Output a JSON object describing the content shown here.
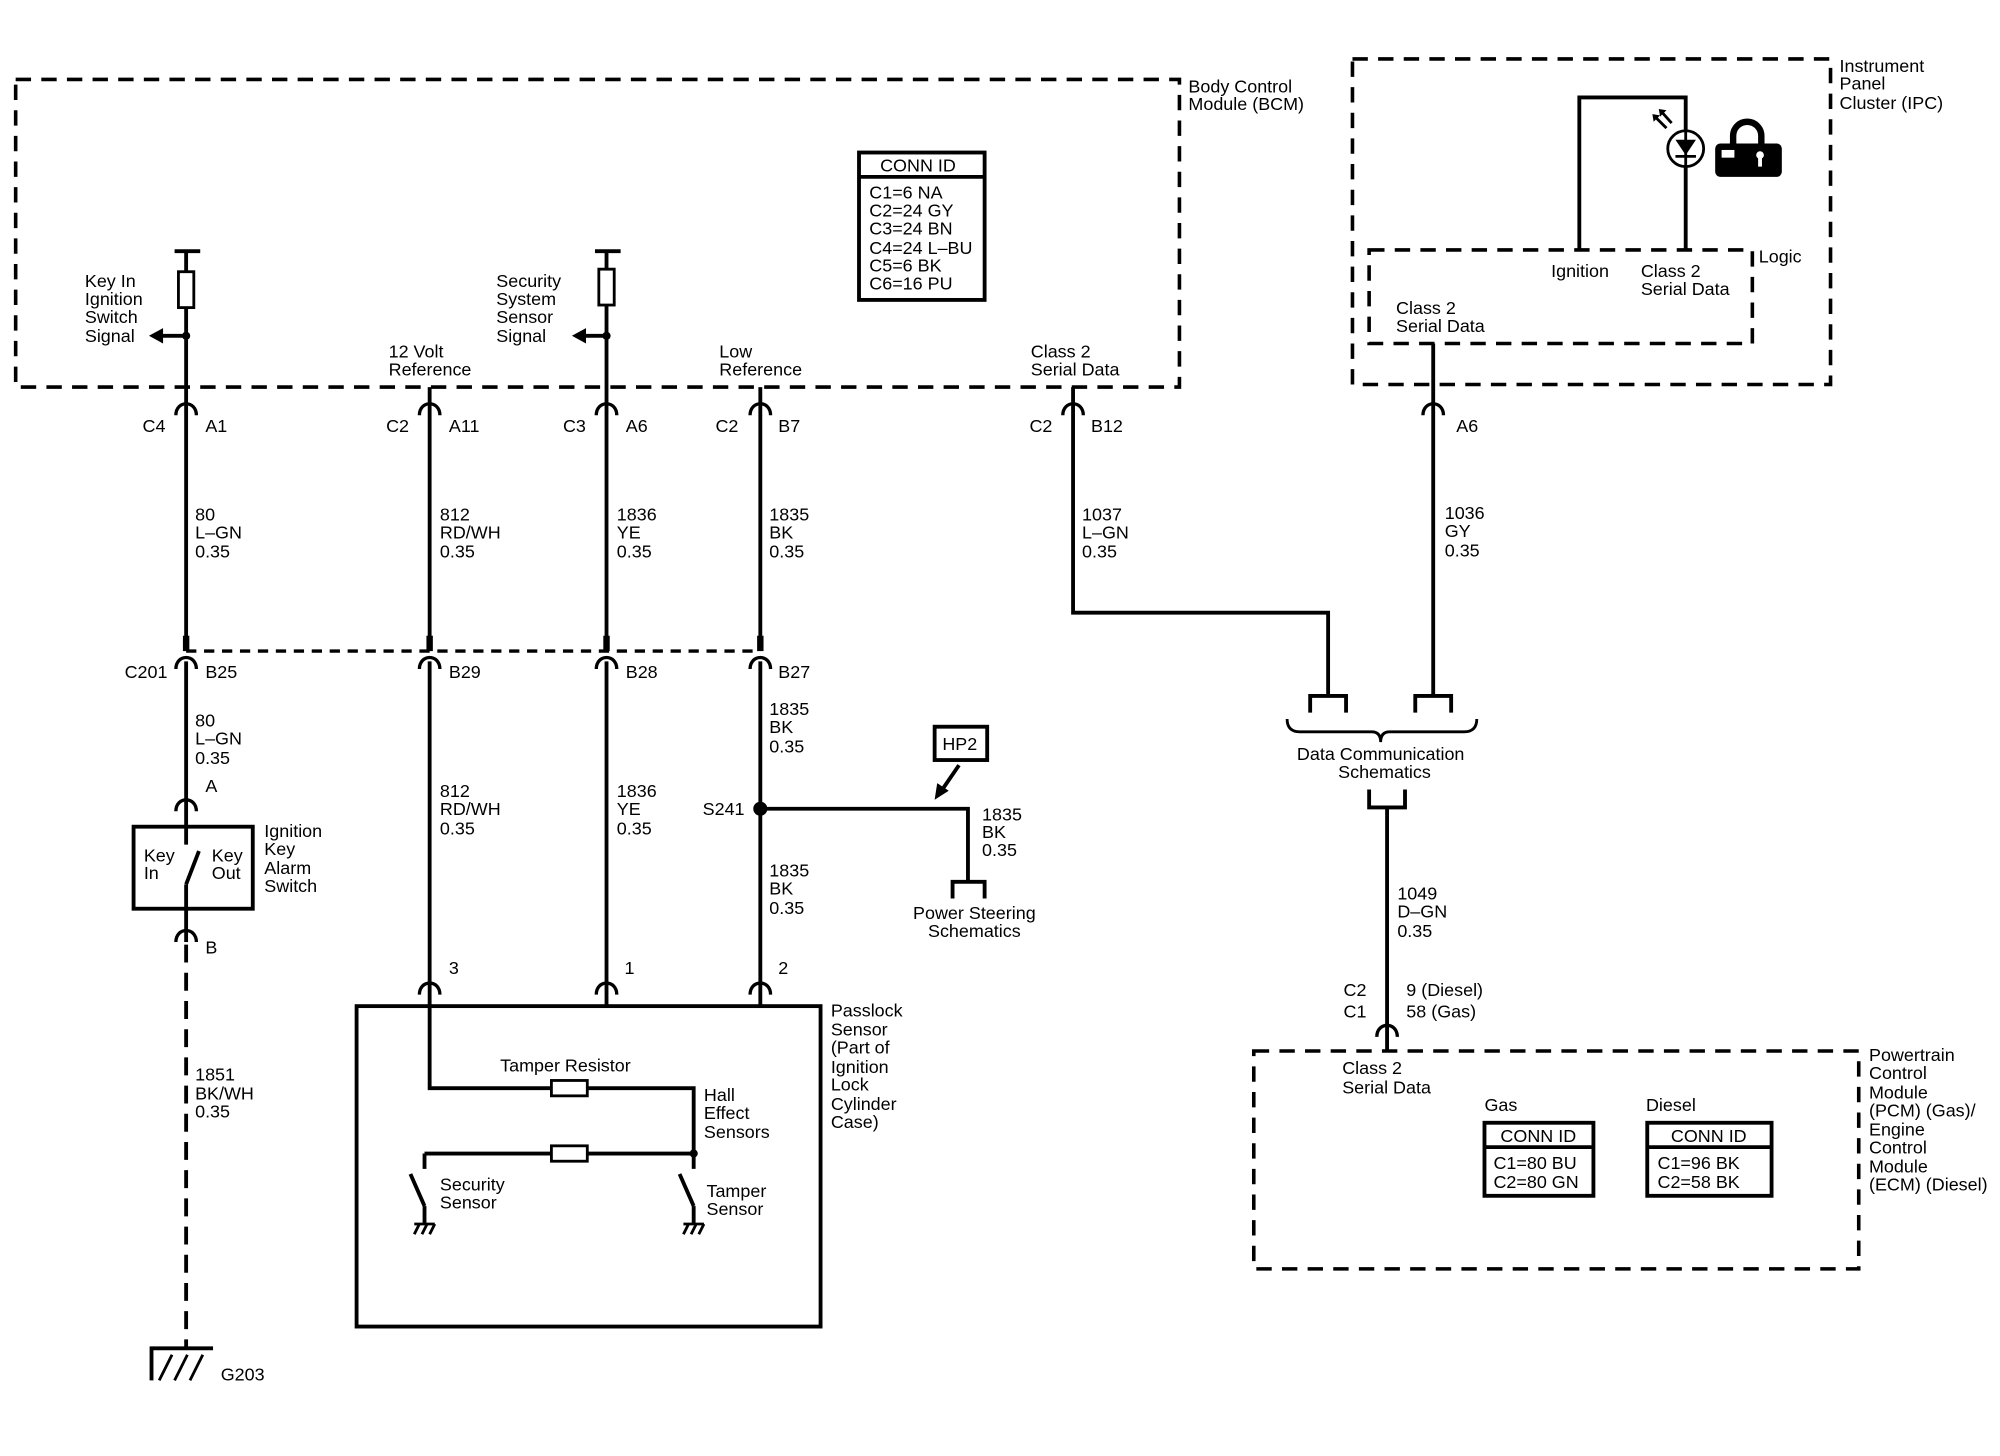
{
  "bcm": {
    "title": [
      "Body Control",
      "Module (BCM)"
    ],
    "conn_id": {
      "header": "CONN ID",
      "rows": [
        "C1=6 NA",
        "C2=24 GY",
        "C3=24 BN",
        "C4=24 L–BU",
        "C5=6 BK",
        "C6=16 PU"
      ]
    },
    "key_in_signal": {
      "label": [
        "Key In",
        "Ignition",
        "Switch",
        "Signal"
      ],
      "connector": "C4",
      "pin": "A1"
    },
    "volt_reference": {
      "label": [
        "12 Volt",
        "Reference"
      ],
      "connector": "C2",
      "pin": "A11"
    },
    "security_signal": {
      "label": [
        "Security",
        "System",
        "Sensor",
        "Signal"
      ],
      "connector": "C3",
      "pin": "A6"
    },
    "low_reference": {
      "label": [
        "Low",
        "Reference"
      ],
      "connector": "C2",
      "pin": "B7"
    },
    "serial_data": {
      "label": [
        "Class 2",
        "Serial Data"
      ],
      "connector": "C2",
      "pin": "B12"
    }
  },
  "ipc": {
    "title": [
      "Instrument",
      "Panel",
      "Cluster (IPC)"
    ],
    "logic_label": "Logic",
    "ignition_label": "Ignition",
    "serial_data_upper": [
      "Class 2",
      "Serial Data"
    ],
    "serial_data_lower": [
      "Class 2",
      "Serial Data"
    ],
    "pin": "A6",
    "indicator_icons": [
      "led-icon",
      "security-lock-icon"
    ]
  },
  "wires": {
    "w80_upper": [
      "80",
      "L–GN",
      "0.35"
    ],
    "w812_upper": [
      "812",
      "RD/WH",
      "0.35"
    ],
    "w1836_upper": [
      "1836",
      "YE",
      "0.35"
    ],
    "w1835_upper": [
      "1835",
      "BK",
      "0.35"
    ],
    "w1037": [
      "1037",
      "L–GN",
      "0.35"
    ],
    "w1036": [
      "1036",
      "GY",
      "0.35"
    ],
    "w80_lower": [
      "80",
      "L–GN",
      "0.35"
    ],
    "w812_lower": [
      "812",
      "RD/WH",
      "0.35"
    ],
    "w1836_lower": [
      "1836",
      "YE",
      "0.35"
    ],
    "w1835_mid": [
      "1835",
      "BK",
      "0.35"
    ],
    "w1835_ps": [
      "1835",
      "BK",
      "0.35"
    ],
    "w1835_lower": [
      "1835",
      "BK",
      "0.35"
    ],
    "w1851": [
      "1851",
      "BK/WH",
      "0.35"
    ],
    "w1049": [
      "1049",
      "D–GN",
      "0.35"
    ]
  },
  "c201": {
    "label": "C201",
    "pins": [
      "B25",
      "B29",
      "B28",
      "B27"
    ]
  },
  "ignition_key_alarm_switch": {
    "title": [
      "Ignition",
      "Key",
      "Alarm",
      "Switch"
    ],
    "key_in": [
      "Key",
      "In"
    ],
    "key_out": [
      "Key",
      "Out"
    ],
    "pin_a": "A",
    "pin_b": "B"
  },
  "ground": {
    "label": "G203"
  },
  "splice": {
    "label": "S241"
  },
  "power_steering": {
    "ref": "HP2",
    "label": [
      "Power Steering",
      "Schematics"
    ]
  },
  "passlock_sensor": {
    "title": [
      "Passlock",
      "Sensor",
      "(Part of",
      "Ignition",
      "Lock",
      "Cylinder",
      "Case)"
    ],
    "pins": [
      "3",
      "1",
      "2"
    ],
    "tamper_resistor": "Tamper Resistor",
    "hall_effect": [
      "Hall",
      "Effect",
      "Sensors"
    ],
    "security_sensor": [
      "Security",
      "Sensor"
    ],
    "tamper_sensor": [
      "Tamper",
      "Sensor"
    ]
  },
  "data_communication": {
    "label": [
      "Data Communication",
      "Schematics"
    ]
  },
  "pcm": {
    "title": [
      "Powertrain",
      "Control",
      "Module",
      "(PCM) (Gas)/",
      "Engine",
      "Control",
      "Module",
      "(ECM) (Diesel)"
    ],
    "connectors": [
      "C2",
      "C1"
    ],
    "pins": [
      "9 (Diesel)",
      "58 (Gas)"
    ],
    "serial_data": [
      "Class 2",
      "Serial Data"
    ],
    "gas": {
      "label": "Gas",
      "header": "CONN ID",
      "rows": [
        "C1=80 BU",
        "C2=80 GN"
      ]
    },
    "diesel": {
      "label": "Diesel",
      "header": "CONN ID",
      "rows": [
        "C1=96 BK",
        "C2=58 BK"
      ]
    }
  },
  "colors": {
    "ink": "#000000",
    "paper": "#ffffff"
  }
}
